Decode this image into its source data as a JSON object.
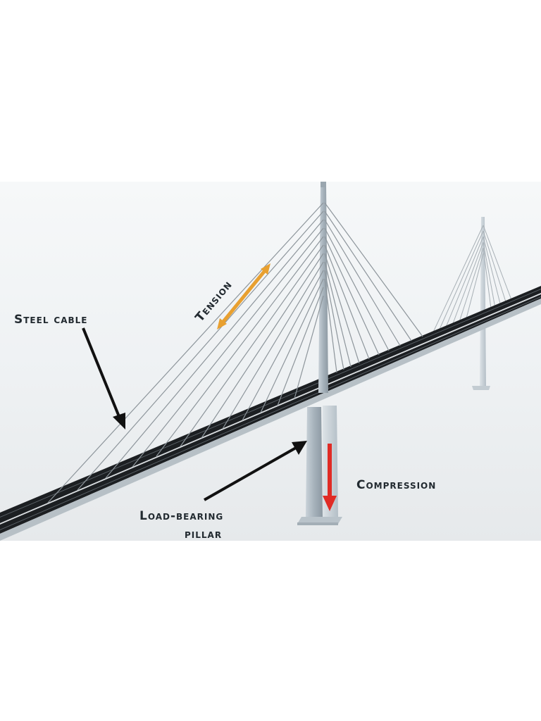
{
  "labels": {
    "steel_cable": "Steel cable",
    "tension": "Tension",
    "compression": "Compression",
    "load_bearing": "Load-bearing",
    "pillar": "pillar"
  },
  "colors": {
    "tension_arrow": "#e8a030",
    "compression_arrow": "#e02b25",
    "pointer_arrow": "#111111",
    "deck": "#1c1f22",
    "pylon": "#aab6c0",
    "cable": "#8d959b"
  }
}
